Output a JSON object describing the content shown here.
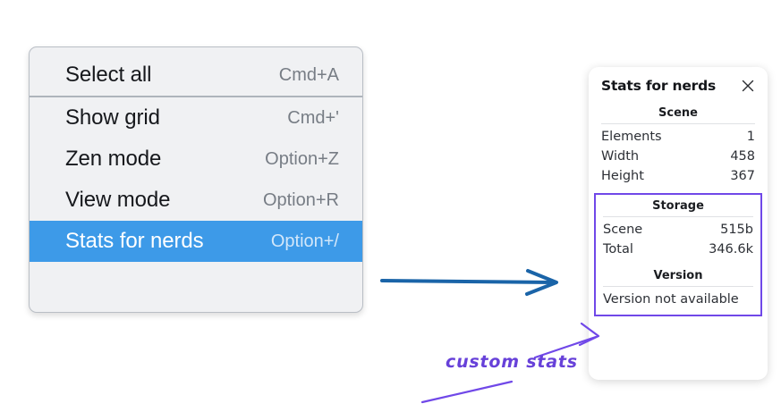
{
  "menu": {
    "groups": [
      {
        "items": [
          {
            "label": "Select all",
            "shortcut": "Cmd+A",
            "selected": false
          }
        ]
      },
      {
        "items": [
          {
            "label": "Show grid",
            "shortcut": "Cmd+'",
            "selected": false
          },
          {
            "label": "Zen mode",
            "shortcut": "Option+Z",
            "selected": false
          },
          {
            "label": "View mode",
            "shortcut": "Option+R",
            "selected": false
          },
          {
            "label": "Stats for nerds",
            "shortcut": "Option+/",
            "selected": true
          }
        ]
      }
    ],
    "highlight_color": "#3d9ae8"
  },
  "stats_panel": {
    "title": "Stats for nerds",
    "close_icon": "close-icon",
    "sections": [
      {
        "heading": "Scene",
        "rows": [
          {
            "label": "Elements",
            "value": "1"
          },
          {
            "label": "Width",
            "value": "458"
          },
          {
            "label": "Height",
            "value": "367"
          }
        ]
      },
      {
        "heading": "Storage",
        "rows": [
          {
            "label": "Scene",
            "value": "515b"
          },
          {
            "label": "Total",
            "value": "346.6k"
          }
        ]
      },
      {
        "heading": "Version",
        "single_row": "Version not available"
      }
    ],
    "custom_box_color": "#7048e8"
  },
  "annotations": {
    "blue_arrow": {
      "name": "blue-arrow",
      "color": "#1a64a8"
    },
    "purple_arrow_upper": {
      "name": "purple-arrow-to-box",
      "color": "#7048e8"
    },
    "purple_arrow_lower": {
      "name": "purple-arrow-to-label",
      "color": "#7048e8"
    },
    "label": "custom stats",
    "label_color": "#6741d9"
  }
}
